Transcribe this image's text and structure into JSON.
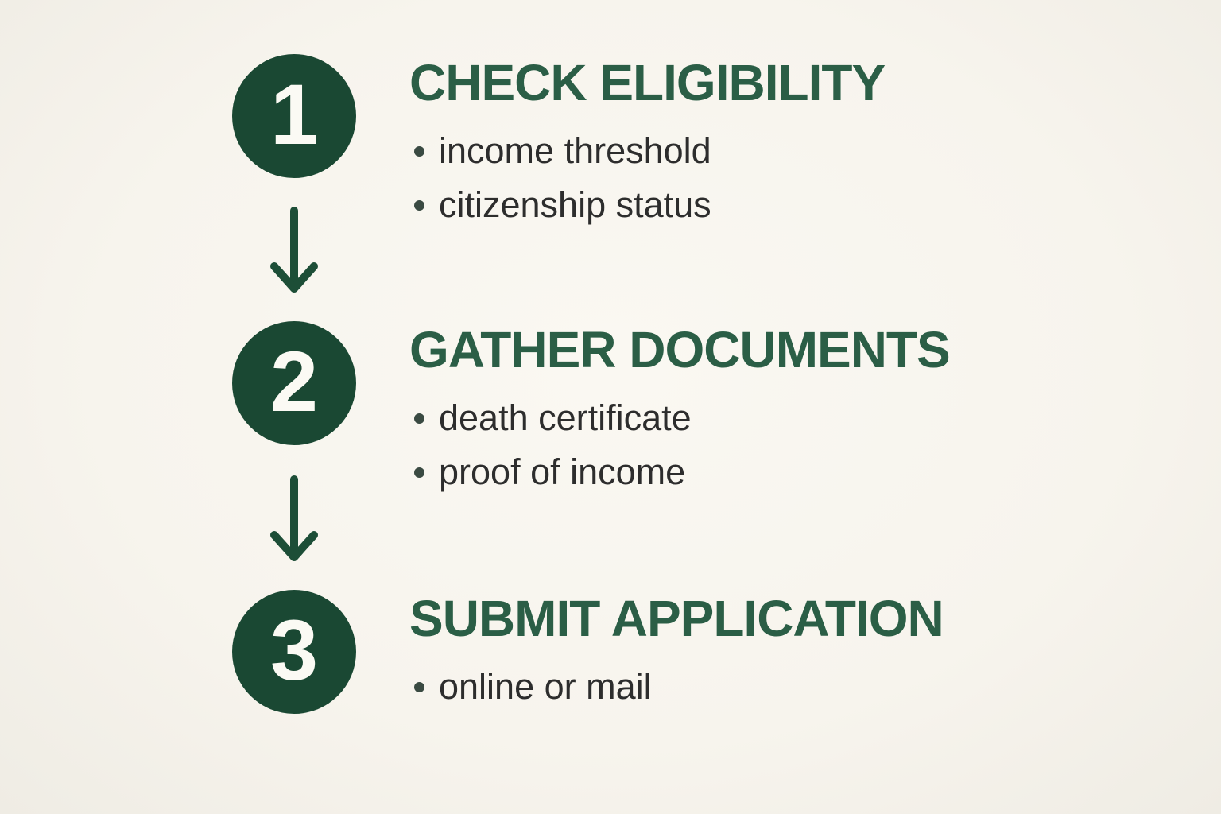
{
  "colors": {
    "background": "#f7f4ed",
    "circle_fill": "#1a4833",
    "circle_number": "#fbfaf4",
    "heading": "#2b5e46",
    "body_text": "#2d2d2d",
    "arrow": "#1d4e37"
  },
  "icons": {
    "step_connector": "arrow-down-icon"
  },
  "steps": [
    {
      "number": "1",
      "title": "CHECK ELIGIBILITY",
      "bullets": [
        "income threshold",
        "citizenship status"
      ]
    },
    {
      "number": "2",
      "title": "GATHER DOCUMENTS",
      "bullets": [
        "death certificate",
        "proof of income"
      ]
    },
    {
      "number": "3",
      "title": "SUBMIT APPLICATION",
      "bullets": [
        "online or mail"
      ]
    }
  ]
}
